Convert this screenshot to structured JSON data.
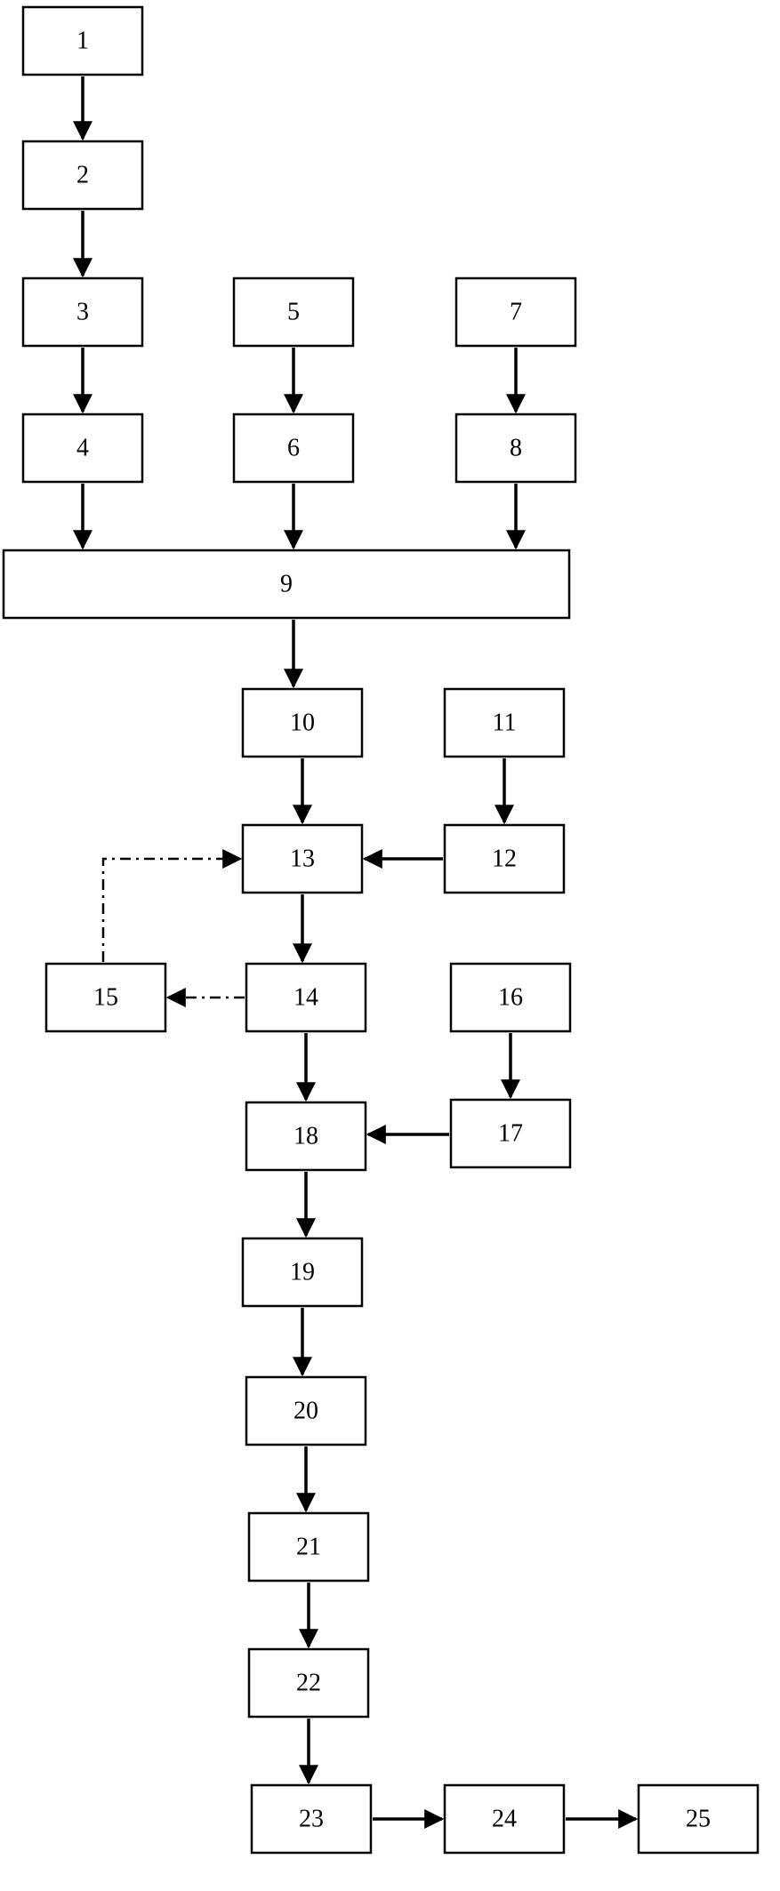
{
  "diagram": {
    "nodes": [
      {
        "id": "1",
        "label": "1"
      },
      {
        "id": "2",
        "label": "2"
      },
      {
        "id": "3",
        "label": "3"
      },
      {
        "id": "4",
        "label": "4"
      },
      {
        "id": "5",
        "label": "5"
      },
      {
        "id": "6",
        "label": "6"
      },
      {
        "id": "7",
        "label": "7"
      },
      {
        "id": "8",
        "label": "8"
      },
      {
        "id": "9",
        "label": "9"
      },
      {
        "id": "10",
        "label": "10"
      },
      {
        "id": "11",
        "label": "11"
      },
      {
        "id": "12",
        "label": "12"
      },
      {
        "id": "13",
        "label": "13"
      },
      {
        "id": "14",
        "label": "14"
      },
      {
        "id": "15",
        "label": "15"
      },
      {
        "id": "16",
        "label": "16"
      },
      {
        "id": "17",
        "label": "17"
      },
      {
        "id": "18",
        "label": "18"
      },
      {
        "id": "19",
        "label": "19"
      },
      {
        "id": "20",
        "label": "20"
      },
      {
        "id": "21",
        "label": "21"
      },
      {
        "id": "22",
        "label": "22"
      },
      {
        "id": "23",
        "label": "23"
      },
      {
        "id": "24",
        "label": "24"
      },
      {
        "id": "25",
        "label": "25"
      }
    ],
    "edges": [
      {
        "from": "1",
        "to": "2",
        "style": "solid"
      },
      {
        "from": "2",
        "to": "3",
        "style": "solid"
      },
      {
        "from": "3",
        "to": "4",
        "style": "solid"
      },
      {
        "from": "5",
        "to": "6",
        "style": "solid"
      },
      {
        "from": "7",
        "to": "8",
        "style": "solid"
      },
      {
        "from": "4",
        "to": "9",
        "style": "solid"
      },
      {
        "from": "6",
        "to": "9",
        "style": "solid"
      },
      {
        "from": "8",
        "to": "9",
        "style": "solid"
      },
      {
        "from": "9",
        "to": "10",
        "style": "solid"
      },
      {
        "from": "10",
        "to": "13",
        "style": "solid"
      },
      {
        "from": "11",
        "to": "12",
        "style": "solid"
      },
      {
        "from": "12",
        "to": "13",
        "style": "solid"
      },
      {
        "from": "13",
        "to": "14",
        "style": "solid"
      },
      {
        "from": "14",
        "to": "15",
        "style": "dash-dot"
      },
      {
        "from": "15",
        "to": "13",
        "style": "dash-dot"
      },
      {
        "from": "14",
        "to": "18",
        "style": "solid"
      },
      {
        "from": "16",
        "to": "17",
        "style": "solid"
      },
      {
        "from": "17",
        "to": "18",
        "style": "solid"
      },
      {
        "from": "18",
        "to": "19",
        "style": "solid"
      },
      {
        "from": "19",
        "to": "20",
        "style": "solid"
      },
      {
        "from": "20",
        "to": "21",
        "style": "solid"
      },
      {
        "from": "21",
        "to": "22",
        "style": "solid"
      },
      {
        "from": "22",
        "to": "23",
        "style": "solid"
      },
      {
        "from": "23",
        "to": "24",
        "style": "solid"
      },
      {
        "from": "24",
        "to": "25",
        "style": "solid"
      }
    ]
  }
}
